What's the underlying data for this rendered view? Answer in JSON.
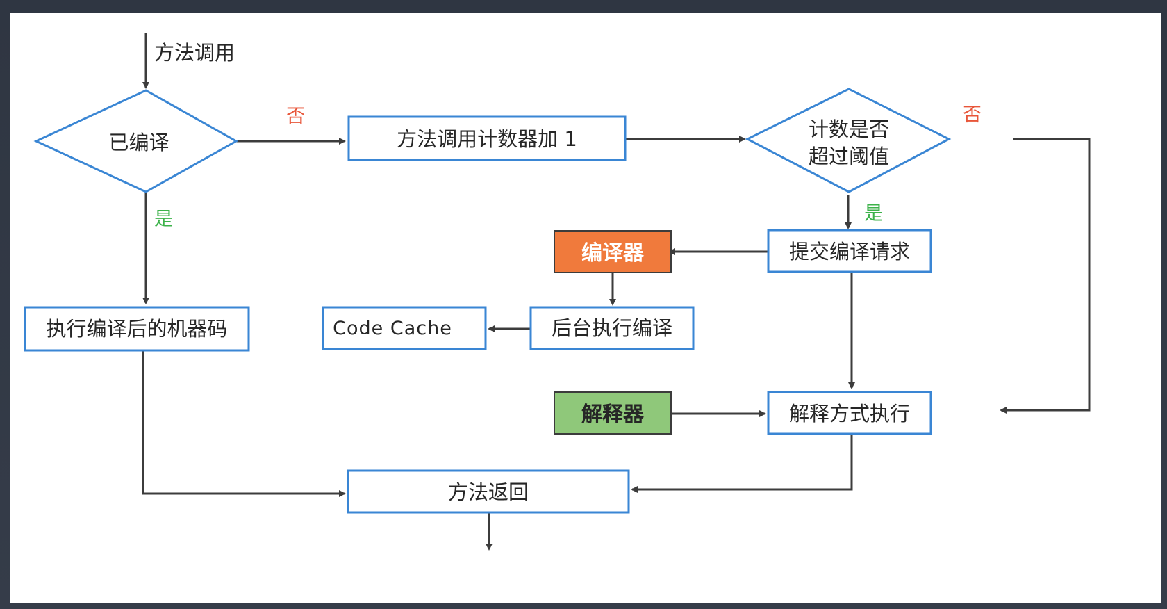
{
  "diagram": {
    "entry_label": "方法调用",
    "nodes": {
      "compiled": "已编译",
      "counter_inc": "方法调用计数器加 1",
      "threshold_line1": "计数是否",
      "threshold_line2": "超过阈值",
      "submit_compile": "提交编译请求",
      "compiler": "编译器",
      "background_compile": "后台执行编译",
      "code_cache": "Code  Cache",
      "exec_machine_code": "执行编译后的机器码",
      "interpreter": "解释器",
      "interpret_exec": "解释方式执行",
      "method_return": "方法返回"
    },
    "edge_labels": {
      "compiled_no": "否",
      "compiled_yes": "是",
      "threshold_no": "否",
      "threshold_yes": "是"
    },
    "colors": {
      "box_border": "#3a86d4",
      "compiler_fill": "#f07a3c",
      "interpreter_fill": "#8fc87a",
      "no_label": "#e8563a",
      "yes_label": "#3cb24a",
      "edge": "#3c3c3c"
    }
  }
}
